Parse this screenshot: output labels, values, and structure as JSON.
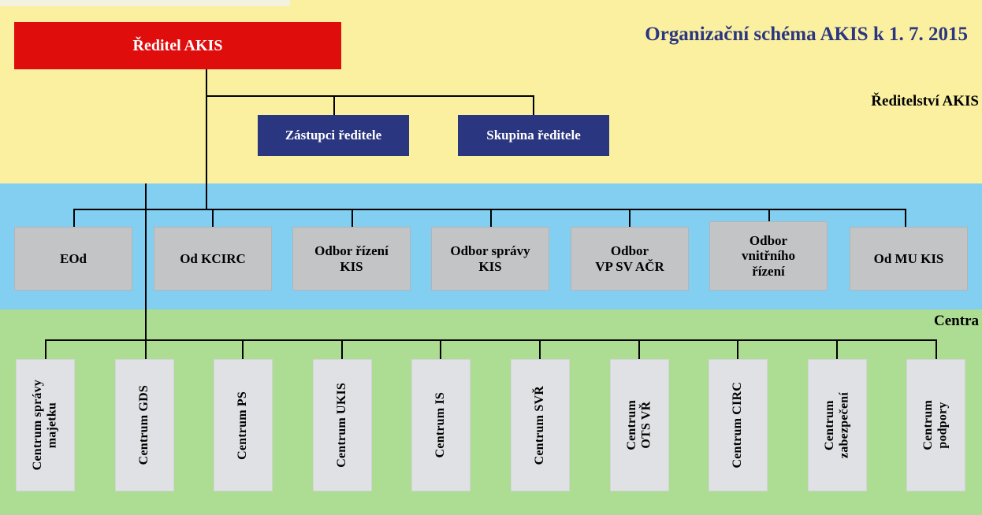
{
  "chart": {
    "title": "Organizační schéma AKIS k 1. 7. 2015",
    "bands": [
      {
        "name": "Ředitelství AKIS",
        "color": "#faf0a0"
      },
      {
        "name": "",
        "color": "#82cff2"
      },
      {
        "name": "Centra",
        "color": "#addc93"
      }
    ],
    "band_labels": {
      "direction": "Ředitelství AKIS",
      "centres": "Centra"
    },
    "colors": {
      "director_box": "#e00d0d",
      "deputy_box": "#2b3680",
      "department_box": "#c3c4c6",
      "centre_box": "#dfe1e4",
      "band_direction": "#faf0a0",
      "band_departments": "#82cff2",
      "band_centres": "#addc93",
      "title_text": "#2b3680",
      "connector_line": "#000000"
    }
  },
  "director": {
    "label": "Ředitel AKIS"
  },
  "director_staff": [
    {
      "label": "Zástupci ředitele"
    },
    {
      "label": "Skupina ředitele"
    }
  ],
  "departments": [
    {
      "label": "EOd"
    },
    {
      "label": "Od KCIRC"
    },
    {
      "label": "Odbor řízení\nKIS"
    },
    {
      "label": "Odbor správy\nKIS"
    },
    {
      "label": "Odbor\nVP SV AČR"
    },
    {
      "label": "Odbor\nvnitřního\nřízení"
    },
    {
      "label": "Od MU KIS"
    }
  ],
  "centres": [
    {
      "label": "Centrum správy\nmajetku"
    },
    {
      "label": "Centrum GDS"
    },
    {
      "label": "Centrum PS"
    },
    {
      "label": "Centrum UKIS"
    },
    {
      "label": "Centrum IS"
    },
    {
      "label": "Centrum SVŘ"
    },
    {
      "label": "Centrum\nOTS VŘ"
    },
    {
      "label": "Centrum CIRC"
    },
    {
      "label": "Centrum\nzabezpečení"
    },
    {
      "label": "Centrum\npodpory"
    }
  ]
}
